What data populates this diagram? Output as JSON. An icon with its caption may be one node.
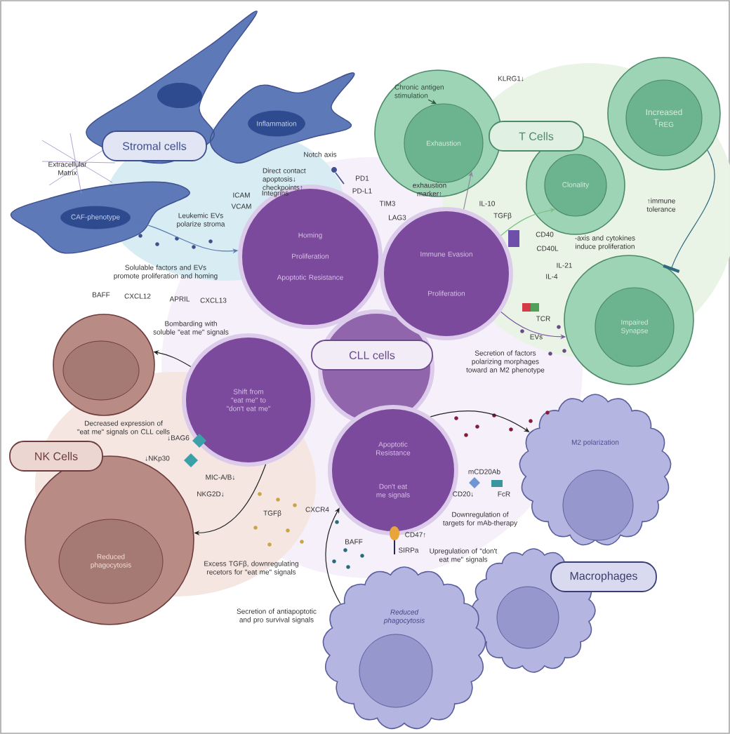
{
  "diagram": {
    "nodes": [
      {
        "text": [
          "Stromal cells"
        ]
      },
      {
        "text": [
          "Inflammation"
        ]
      },
      {
        "text": [
          "CAF-phenotype"
        ]
      },
      {
        "text": [],
        "shape": "circle"
      },
      {
        "text": [
          "Chronic antigen stimulation"
        ],
        "in": 3
      },
      {
        "text": [
          "Exhaustion"
        ],
        "in": 3
      },
      {
        "text": [
          "T Cells"
        ]
      },
      {
        "text": [],
        "shape": "circle"
      },
      {
        "text": [
          "Increased T$_{REG}$"
        ],
        "in": 7
      },
      {
        "text": [],
        "shape": "circle"
      },
      {
        "text": [
          "Clonality"
        ],
        "in": 9
      },
      {
        "text": [
          "Homing",
          "Proliferation",
          "Apoptotic Resistance"
        ]
      },
      {
        "text": [
          "Immune Evasion",
          "Proliferation"
        ]
      },
      {
        "text": [],
        "shape": "circle"
      },
      {
        "text": [
          "Impaired Synapse"
        ],
        "in": 13
      },
      {
        "text": [],
        "shape": "circle"
      },
      {
        "text": [
          "Shift from \"eat me\" to \"don't eat me\""
        ]
      },
      {
        "text": [
          "CLL cells"
        ]
      },
      {
        "text": [
          "NK Cells"
        ]
      },
      {
        "text": [],
        "shape": "circle"
      },
      {
        "text": [
          "Reduced phagocytosis"
        ],
        "in": 19
      },
      {
        "text": [
          "Apoptotic Resistance",
          "Don't eat me signals"
        ]
      },
      {
        "text": [
          "M2 polarization"
        ]
      },
      {
        "text": [
          "Reduced phagocytosis"
        ]
      },
      {
        "text": [],
        "shape": "cloud"
      },
      {
        "text": [
          "Macrophages"
        ]
      }
    ],
    "edges": [
      {
        "from": 4,
        "to": 5,
        "arrow": "to",
        "color": "#2f5a44"
      },
      {
        "from": 12,
        "to": 5,
        "arrow": "to",
        "color": "#8a8a9a"
      },
      {
        "from": 12,
        "to": 10,
        "arrow": "to",
        "color": "#7cc08a"
      },
      {
        "from": 7,
        "to": 13,
        "arrow": "other",
        "color": "#2e6a80"
      },
      {
        "from": 12,
        "to": 13,
        "arrow": "to",
        "color": "#7a5aa0"
      },
      {
        "from": 21,
        "to": 22,
        "arrow": "to"
      },
      {
        "from": 16,
        "to": 15,
        "arrow": "to"
      },
      {
        "from": 16,
        "to": 19,
        "arrow": "to"
      },
      {
        "from": 23,
        "to": 21,
        "arrow": "to"
      },
      {
        "from": 2,
        "to": 11,
        "arrow": "to",
        "color": "#5a7ab0"
      }
    ],
    "labels": [
      "Extracellular Matrix",
      "Notch axis",
      "Direct contact apoptosis↓ checkpoints↑",
      "PD1",
      "PD-L1",
      "ICAM",
      "VCAM",
      "Integrins",
      "Leukemic EVs polarize stroma",
      "Solulable factors and EVs promote proliferation and homing",
      "BAFF",
      "CXCL12",
      "APRIL",
      "CXCL13",
      "KLRG1↓",
      "exhaustion marker↑",
      "TIM3",
      "LAG3",
      "IL-10",
      "TGFβ",
      "CD40",
      "CD40L",
      "-axis and cytokines induce proliferation",
      "↑immune tolerance",
      "IL-21",
      "IL-4",
      "TCR",
      "EVs",
      "Secretion of factors polarizing morphages toward an M2 phenotype",
      "Bombarding with soluble \"eat me\" signals",
      "Decreased expression of \"eat me\" signals on CLL cells",
      "↓BAG6",
      "↓NKp30",
      "MIC-A/B↓",
      "NKG2D↓",
      "TGFβ",
      "Excess TGFβ, downregulating recetors for \"eat me\" signals",
      "CXCR4",
      "BAFF",
      "Secretion of antiapoptotic and pro survival signals",
      "mCD20Ab",
      "CD20↓",
      "FcR",
      "Downregulation of targets for mAb-therapy",
      "CD47↑",
      "SIRPa",
      "Upregulation of \"don't eat me\" signals"
    ]
  }
}
